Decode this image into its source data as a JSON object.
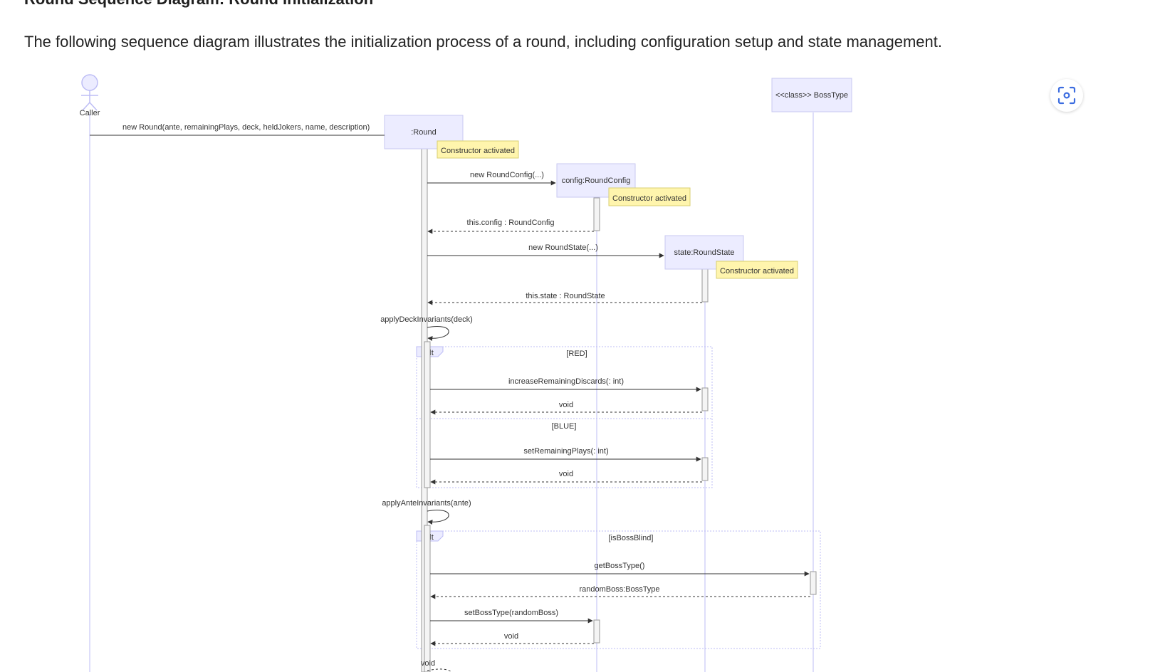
{
  "page": {
    "heading": "Round Sequence Diagram: Round Initialization",
    "intro": "The following sequence diagram illustrates the initialization process of a round, including configuration setup and state management."
  },
  "diagram": {
    "participants": {
      "caller": "Caller",
      "round": ":Round",
      "config": "config:RoundConfig",
      "state": "state:RoundState",
      "boss": "<<class>> BossType"
    },
    "notes": {
      "round_ctor": "Constructor activated",
      "config_ctor": "Constructor activated",
      "state_ctor": "Constructor activated"
    },
    "messages": {
      "m1": "new Round(ante, remainingPlays, deck, heldJokers, name, description)",
      "m2": "new RoundConfig(...)",
      "m3": "this.config : RoundConfig",
      "m4": "new RoundState(...)",
      "m5": "this.state : RoundState",
      "m6": "applyDeckInvariants(deck)",
      "m7": "increaseRemainingDiscards(: int)",
      "m8": "void",
      "m9": "setRemainingPlays(: int)",
      "m10": "void",
      "m11": "applyAnteInvariants(ante)",
      "m12": "getBossType()",
      "m13": "randomBoss:BossType",
      "m14": "setBossType(randomBoss)",
      "m15": "void",
      "m16": "void"
    },
    "fragments": {
      "alt1_label": "alt",
      "alt1_guard1": "[RED]",
      "alt1_guard2": "[BLUE]",
      "alt2_label": "alt",
      "alt2_guard": "[isBossBlind]"
    },
    "colors": {
      "participant_fill": "#ECECFF",
      "participant_stroke": "#C9C9F0",
      "lifeline": "#BDBDF5",
      "note_fill": "#FFF5AD",
      "note_stroke": "#D9CF72",
      "message": "#333333",
      "activation_fill": "#F4F4F4",
      "activation_stroke": "#999999",
      "accent": "#3B6CE0"
    }
  },
  "toolbar": {
    "focus_icon": "focus-scan-icon"
  }
}
